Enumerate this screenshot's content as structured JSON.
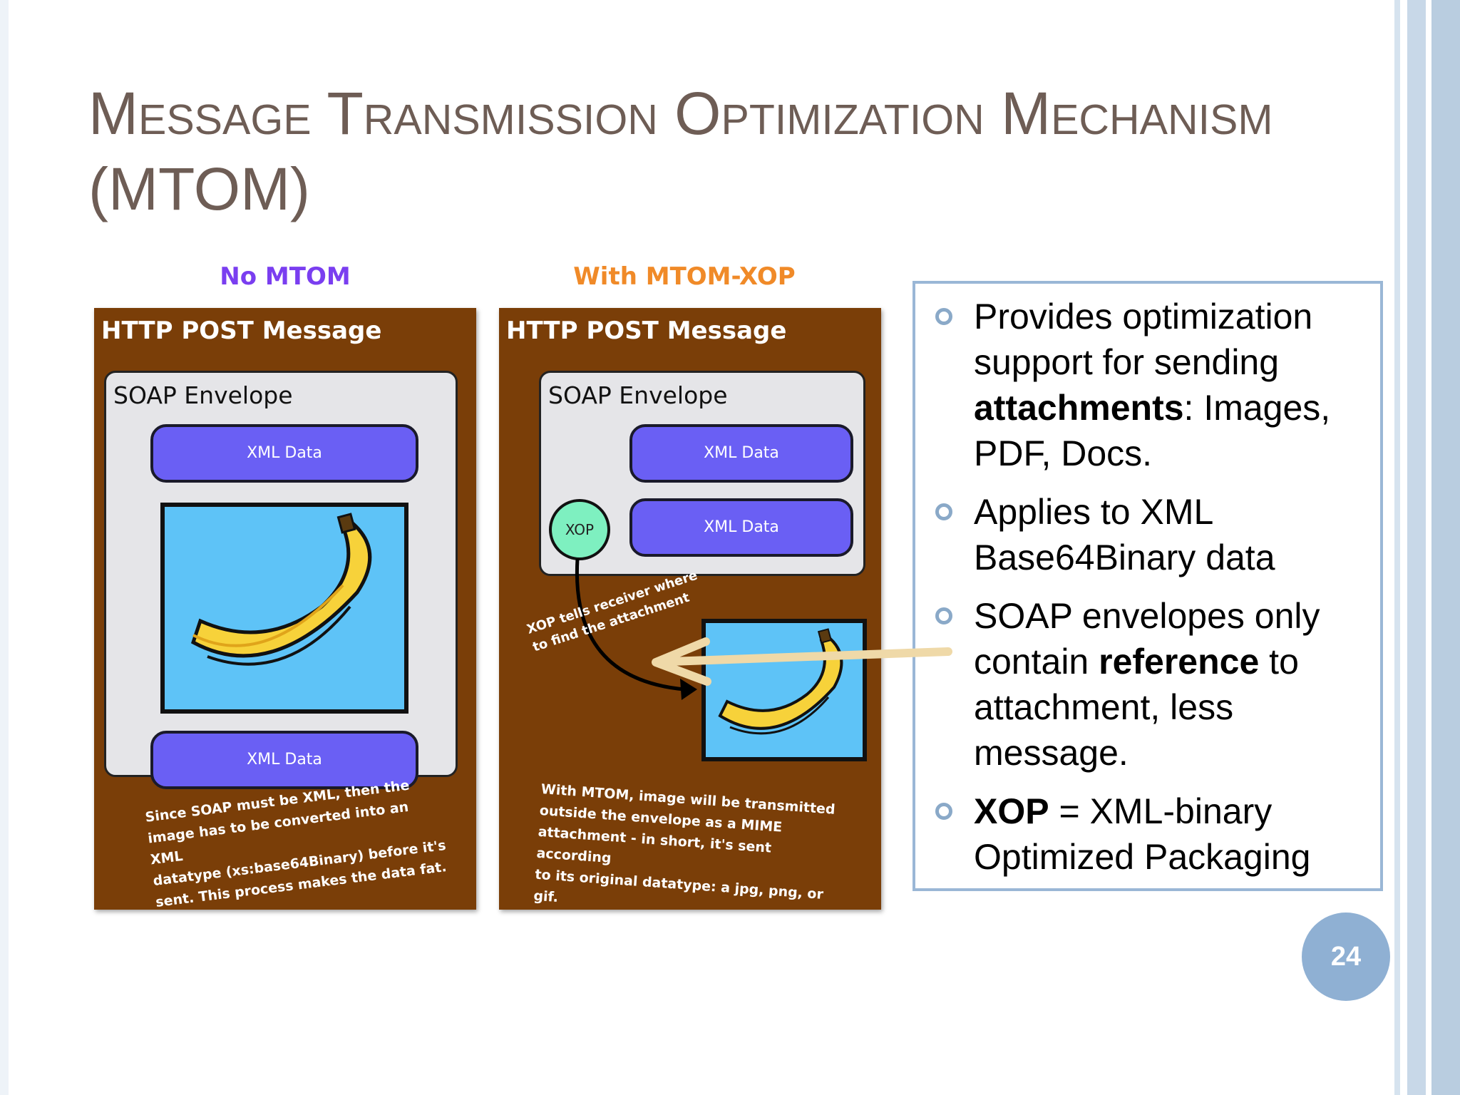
{
  "title": "Message Transmission Optimization Mechanism (MTOM)",
  "left_panel": {
    "label": "No MTOM",
    "http_title": "HTTP POST Message",
    "envelope_title": "SOAP Envelope",
    "xml_top": "XML Data",
    "xml_bottom": "XML Data",
    "note": "Since SOAP must be XML, then the\nimage has to be converted into an XML\ndatatype (xs:base64Binary) before it's\nsent. This process makes the data fat."
  },
  "right_panel": {
    "label": "With MTOM-XOP",
    "http_title": "HTTP POST Message",
    "envelope_title": "SOAP Envelope",
    "xml_top": "XML Data",
    "xml_second": "XML Data",
    "xop": "XOP",
    "curve_note": "XOP tells receiver where\nto find the attachment",
    "note": "With MTOM, image will be transmitted\noutside the envelope as a MIME\nattachment - in short, it's sent according\nto its original datatype: a jpg, png, or gif."
  },
  "bullets": {
    "b1": {
      "pre": "Provides optimization support for sending ",
      "bold": "attachments",
      "post": ": Images, PDF, Docs."
    },
    "b2": {
      "pre": "Applies to XML Base64Binary data",
      "bold": "",
      "post": ""
    },
    "b3": {
      "pre": "SOAP envelopes only contain ",
      "bold": "reference",
      "post": " to attachment, less message."
    },
    "b4": {
      "pre": "",
      "bold": "XOP",
      "post": " = XML-binary Optimized Packaging"
    }
  },
  "page_number": "24",
  "colors": {
    "title": "#6e5d55",
    "panel": "#7a3e08",
    "xml_block": "#6a5ff4",
    "image_bg": "#5ec3f7",
    "xop": "#7ef0c0",
    "bullet_border": "#9ab7d6",
    "page_badge": "#8fb0d3",
    "no_mtom_label": "#7a3ef0",
    "with_mtom_label": "#f08a28"
  },
  "icons": [
    "banana-icon",
    "bullet-dot-icon",
    "arrow-icon"
  ]
}
